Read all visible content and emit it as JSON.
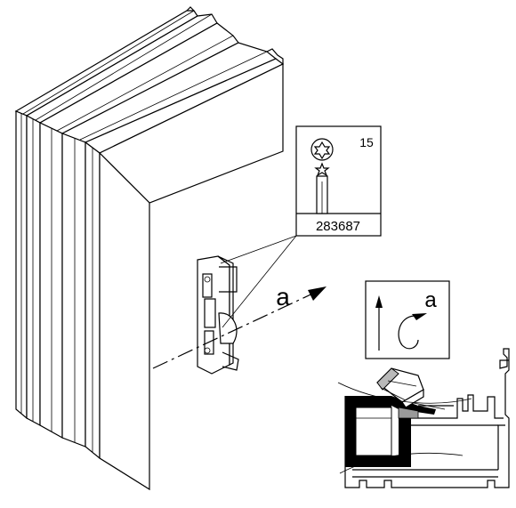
{
  "screw_box": {
    "torx_size": "15",
    "part_number": "283687"
  },
  "arrow_label": "a",
  "detail_label": "a"
}
